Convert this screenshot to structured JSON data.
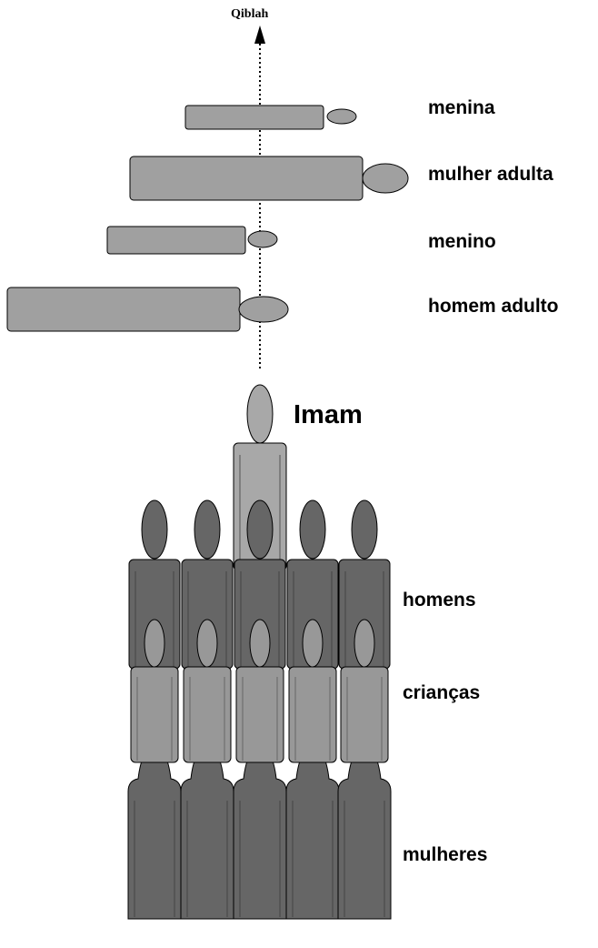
{
  "direction": {
    "label": "Qiblah"
  },
  "legend": {
    "menina": "menina",
    "mulher_adulta": "mulher adulta",
    "menino": "menino",
    "homem_adulto": "homem adulto"
  },
  "rows": {
    "imam": "Imam",
    "homens": "homens",
    "criancas": "crianças",
    "mulheres": "mulheres"
  },
  "colors": {
    "light_gray": "#a8a8a8",
    "medium_gray": "#989898",
    "dark_gray": "#666666",
    "outline": "#000000"
  }
}
